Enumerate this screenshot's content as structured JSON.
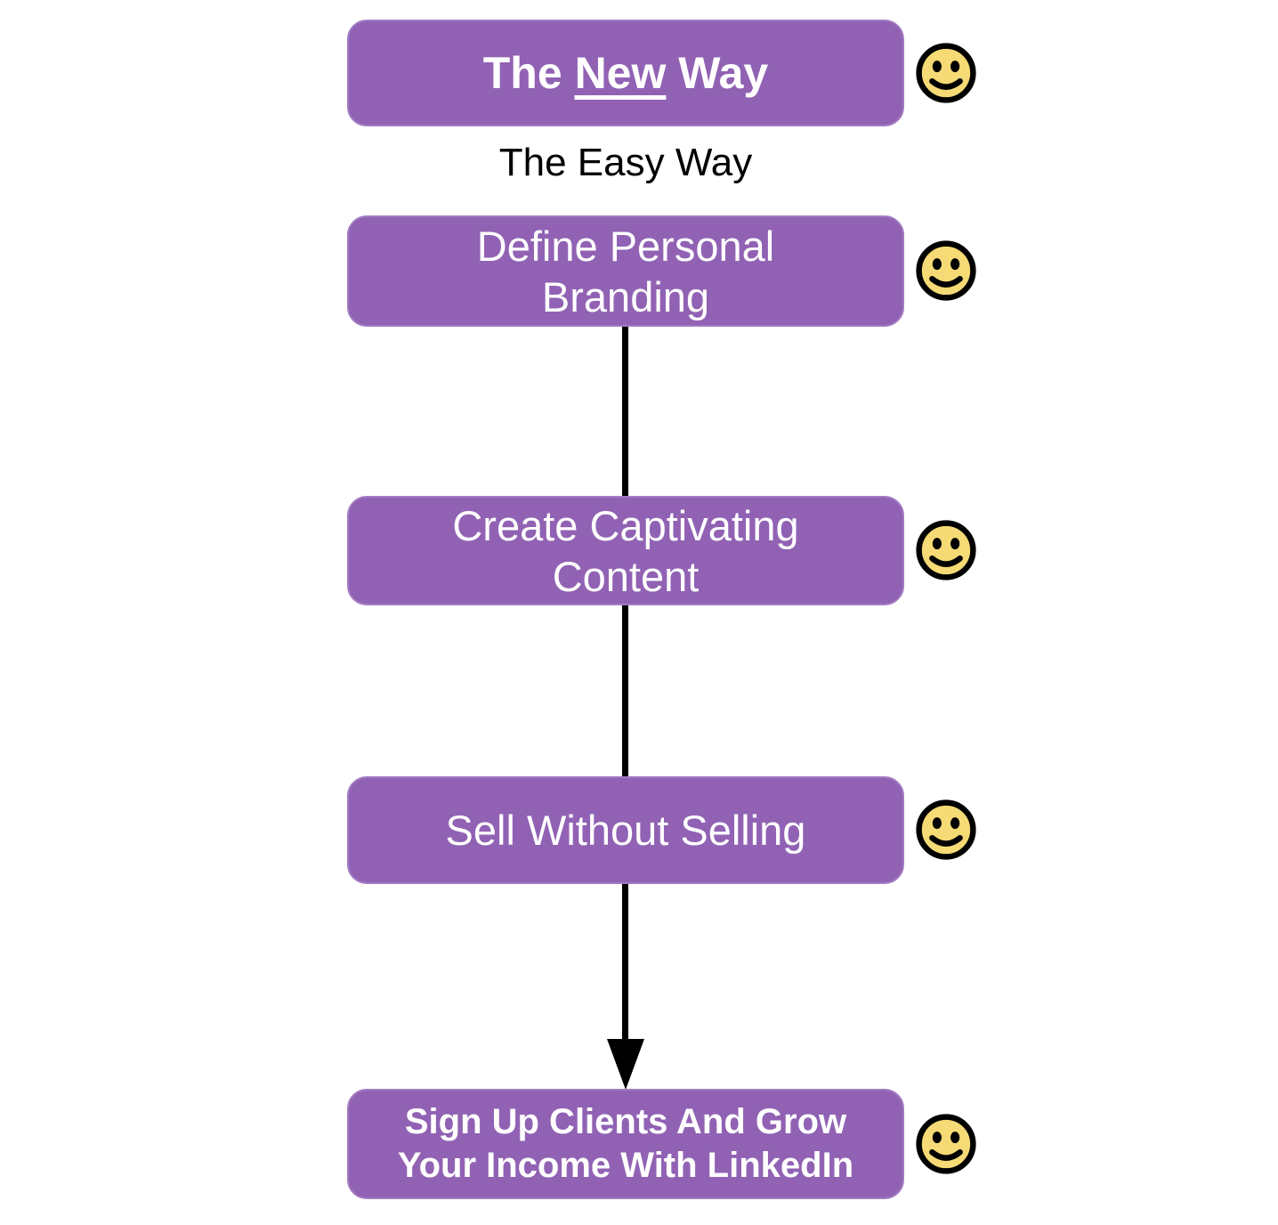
{
  "diagram": {
    "title_box": {
      "prefix": "The ",
      "underlined": "New",
      "suffix": " Way"
    },
    "subtitle": "The Easy Way",
    "steps": [
      {
        "lines": [
          "Define Personal",
          "Branding"
        ]
      },
      {
        "lines": [
          "Create Captivating",
          "Content"
        ]
      },
      {
        "lines": [
          "Sell Without Selling"
        ]
      }
    ],
    "final_box": {
      "lines": [
        "Sign Up Clients And Grow",
        "Your Income With LinkedIn"
      ]
    },
    "icons": {
      "marker": "smiley-face"
    },
    "colors": {
      "box_fill": "#9162b4",
      "box_border": "#a27bc2",
      "box_text": "#ffffff",
      "subtitle_text": "#000000",
      "connector": "#000000",
      "smiley_fill": "#f5da75",
      "smiley_outline": "#000000"
    }
  }
}
